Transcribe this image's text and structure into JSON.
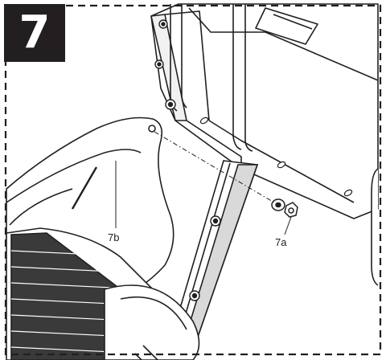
{
  "step": {
    "number": "7"
  },
  "callouts": {
    "part_a": "7a",
    "part_b": "7b"
  },
  "colors": {
    "ink": "#231f20",
    "paper": "#ffffff",
    "shade": "#d9d9d9",
    "dark_shade": "#3a3a3a"
  }
}
